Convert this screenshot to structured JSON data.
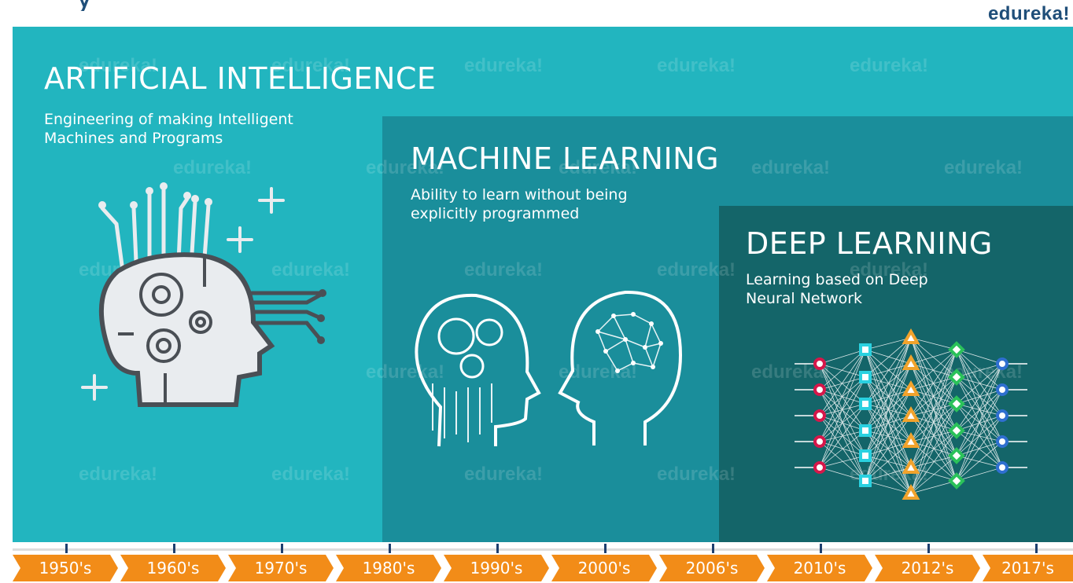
{
  "brand": "edureka!",
  "watermark_text": "edureka!",
  "sections": [
    {
      "title": "ARTIFICIAL INTELLIGENCE",
      "description": "Engineering of making Intelligent Machines and Programs",
      "color": "#22b5bf"
    },
    {
      "title": "MACHINE LEARNING",
      "description": "Ability to learn without being explicitly programmed",
      "color": "#1a8e9b"
    },
    {
      "title": "DEEP LEARNING",
      "description": "Learning based on Deep Neural Network",
      "color": "#146569"
    }
  ],
  "timeline": {
    "color": "#f28c18",
    "labels": [
      "1950's",
      "1960's",
      "1970's",
      "1980's",
      "1990's",
      "2000's",
      "2006's",
      "2010's",
      "2012's",
      "2017's"
    ]
  },
  "icons": [
    "robot-head-with-gears-icon",
    "cyborg-head-with-gears-icon",
    "human-head-with-neural-brain-icon",
    "neural-network-diagram-icon"
  ]
}
